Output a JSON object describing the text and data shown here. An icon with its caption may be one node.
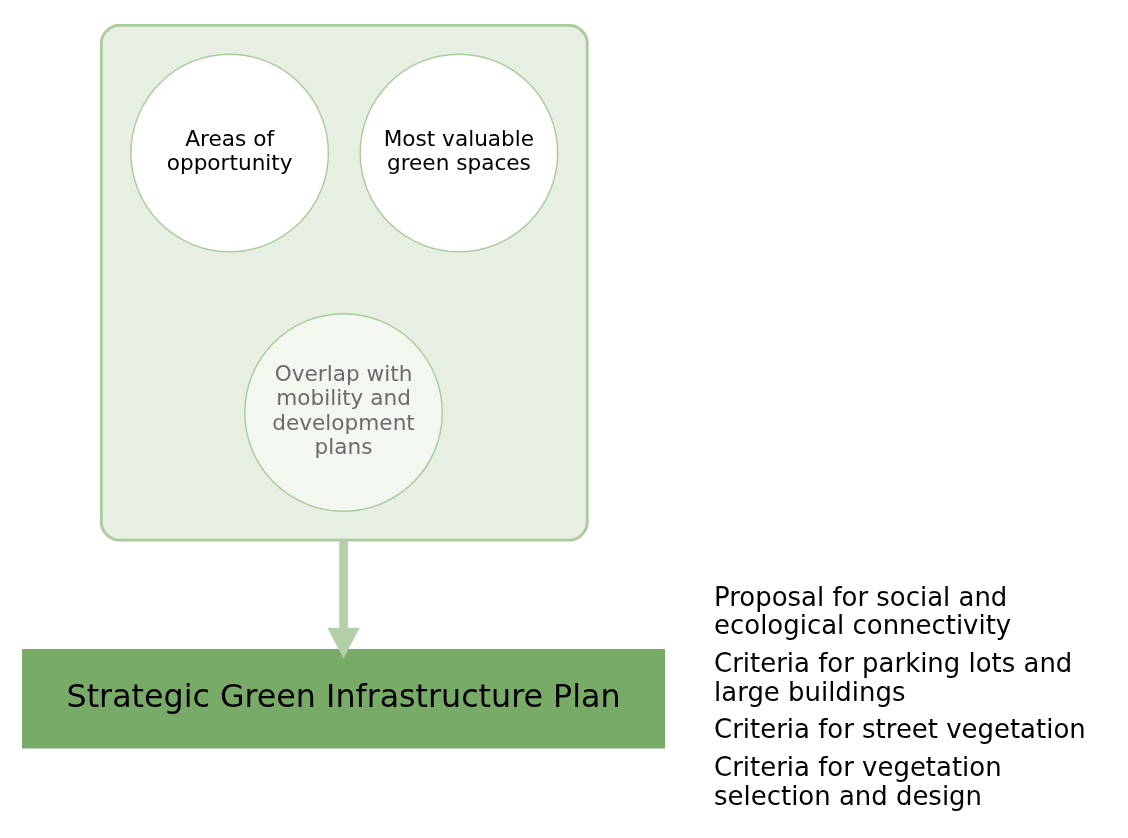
{
  "diagram": {
    "nodes": [
      {
        "text": [],
        "shape": "funnel"
      },
      {
        "text": [
          "Areas of opportunity"
        ],
        "in": 0
      },
      {
        "text": [
          "Most valuable green spaces"
        ],
        "in": 0
      },
      {
        "text": [
          "Overlap with mobility and development plans"
        ],
        "in": 0
      },
      {
        "text": [
          "Strategic Green Infrastructure Plan"
        ]
      }
    ],
    "edges": [
      {
        "from": 0,
        "to": 4,
        "arrow": "to"
      }
    ],
    "labels": [
      "Proposal for social and ecological connectivity",
      "Criteria for parking lots and large buildings",
      "Criteria for street vegetation",
      "Criteria for vegetation selection and design"
    ]
  }
}
